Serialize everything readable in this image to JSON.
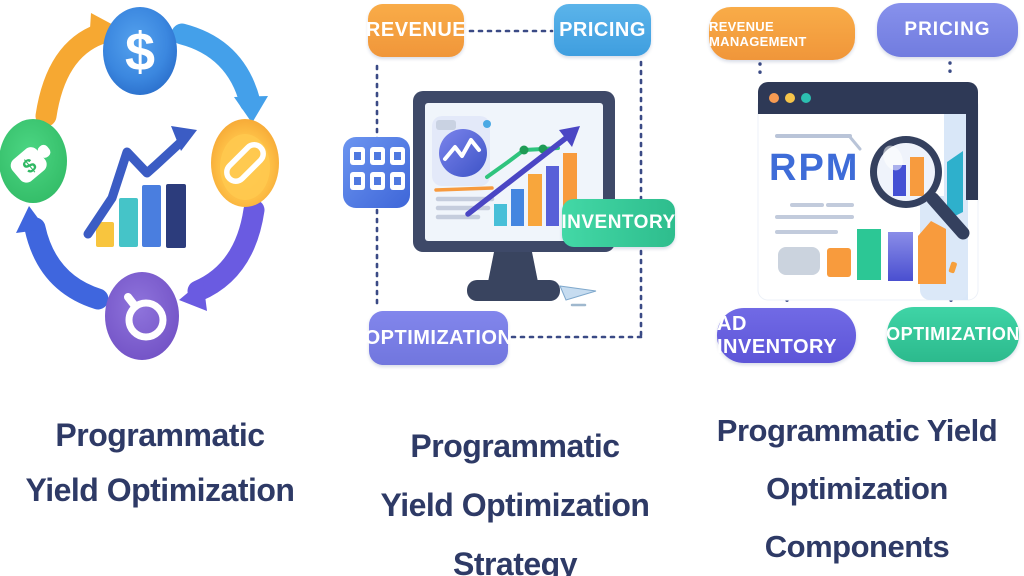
{
  "background": "#FFFFFF",
  "caption_color": "#2E3A66",
  "cycle_panel": {
    "caption": {
      "line1": "Programmatic",
      "line2": "Yield Optimization"
    },
    "nodes": {
      "top": {
        "icon": "dollar-coin-icon",
        "symbol": "$",
        "color": "#2E7FD9"
      },
      "right": {
        "icon": "paperclip-icon",
        "color": "#F7A62F"
      },
      "bottom": {
        "icon": "loupe-ring-icon",
        "color": "#7D5ECF"
      },
      "left": {
        "icon": "price-tag-icon",
        "symbol": "$",
        "color": "#3BC473"
      }
    },
    "arrow_colors": {
      "top_left": "#F6A832",
      "top_right": "#44A0EA",
      "bottom_right": "#6A5BE1",
      "bottom_left": "#3F66DE"
    },
    "center_chart_bar_colors": [
      "#F8C53E",
      "#45C4C8",
      "#4A7EDF",
      "#2C3C7C"
    ]
  },
  "strategy_panel": {
    "pills": {
      "revenue": {
        "label": "REVENUE",
        "color": "#F8A23D"
      },
      "pricing": {
        "label": "PRICING",
        "color": "#4BA9E4"
      },
      "inventory": {
        "label": "INVENTORY",
        "color": "#35C998"
      },
      "optimization": {
        "label": "OPTIMIZATION",
        "color": "#7A7EE6"
      }
    },
    "caption": {
      "line1": "Programmatic",
      "line2": "Yield Optimization",
      "line3": "Strategy"
    }
  },
  "components_panel": {
    "pills": {
      "revenue_management": {
        "label": "REVENUE MANAGEMENT",
        "color": "#F8A23D"
      },
      "pricing": {
        "label": "PRICING",
        "color": "#7C86E8"
      },
      "ad_inventory": {
        "label": "AD INVENTORY",
        "color": "#675FE0"
      },
      "optimization": {
        "label": "OPTIMIZATION",
        "color": "#35CFA0"
      }
    },
    "browser_text": "RPM",
    "browser_dot_colors": [
      "#F79B52",
      "#F6C54A",
      "#2CBFB0"
    ],
    "caption": {
      "line1": "Programmatic Yield",
      "line2": "Optimization",
      "line3": "Components"
    }
  }
}
